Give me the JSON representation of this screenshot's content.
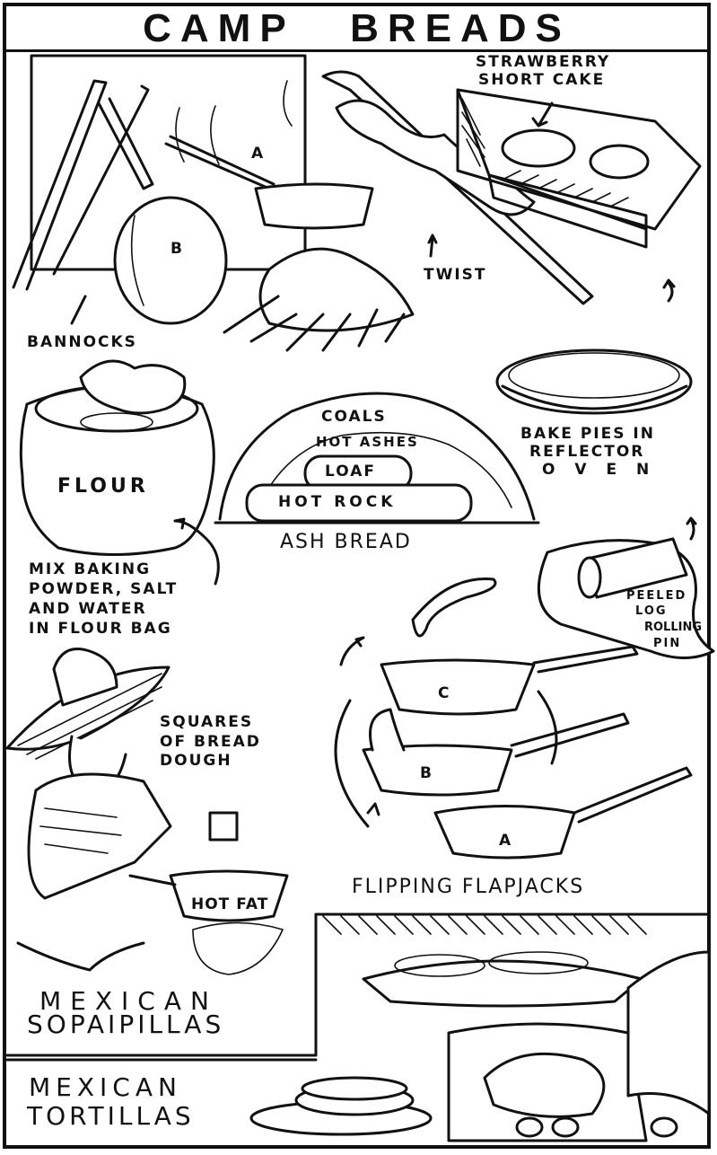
{
  "title": "CAMP BREADS",
  "sections": {
    "bannocks": {
      "label": "BANNOCKS",
      "pan_labels": [
        "A",
        "B"
      ]
    },
    "twist": {
      "label": "TWIST"
    },
    "strawberry": {
      "label_line1": "STRAWBERRY",
      "label_line2": "SHORT CAKE"
    },
    "reflector_pies": {
      "line1": "BAKE PIES IN",
      "line2": "REFLECTOR",
      "line3": "O V E N"
    },
    "flour_bag": {
      "bag_label": "FLOUR",
      "instructions": [
        "MIX BAKING",
        "POWDER, SALT",
        "AND WATER",
        "IN FLOUR BAG"
      ]
    },
    "ash_bread": {
      "title": "ASH BREAD",
      "layers": {
        "coals": "COALS",
        "hot_ashes": "HOT ASHES",
        "loaf": "LOAF",
        "hot_rock": "HOT ROCK"
      }
    },
    "rolling_pin": {
      "lines": [
        "PEELED",
        "LOG",
        "ROLLING",
        "PIN"
      ]
    },
    "flapjacks": {
      "title": "FLIPPING FLAPJACKS",
      "pan_labels": [
        "A",
        "B",
        "C"
      ]
    },
    "sopaipillas": {
      "note": [
        "SQUARES",
        "OF BREAD",
        "DOUGH"
      ],
      "pan_label": "HOT FAT",
      "title_line1": "MEXICAN",
      "title_line2": "SOPAIPILLAS"
    },
    "tortillas": {
      "title_line1": "MEXICAN",
      "title_line2": "TORTILLAS"
    }
  }
}
